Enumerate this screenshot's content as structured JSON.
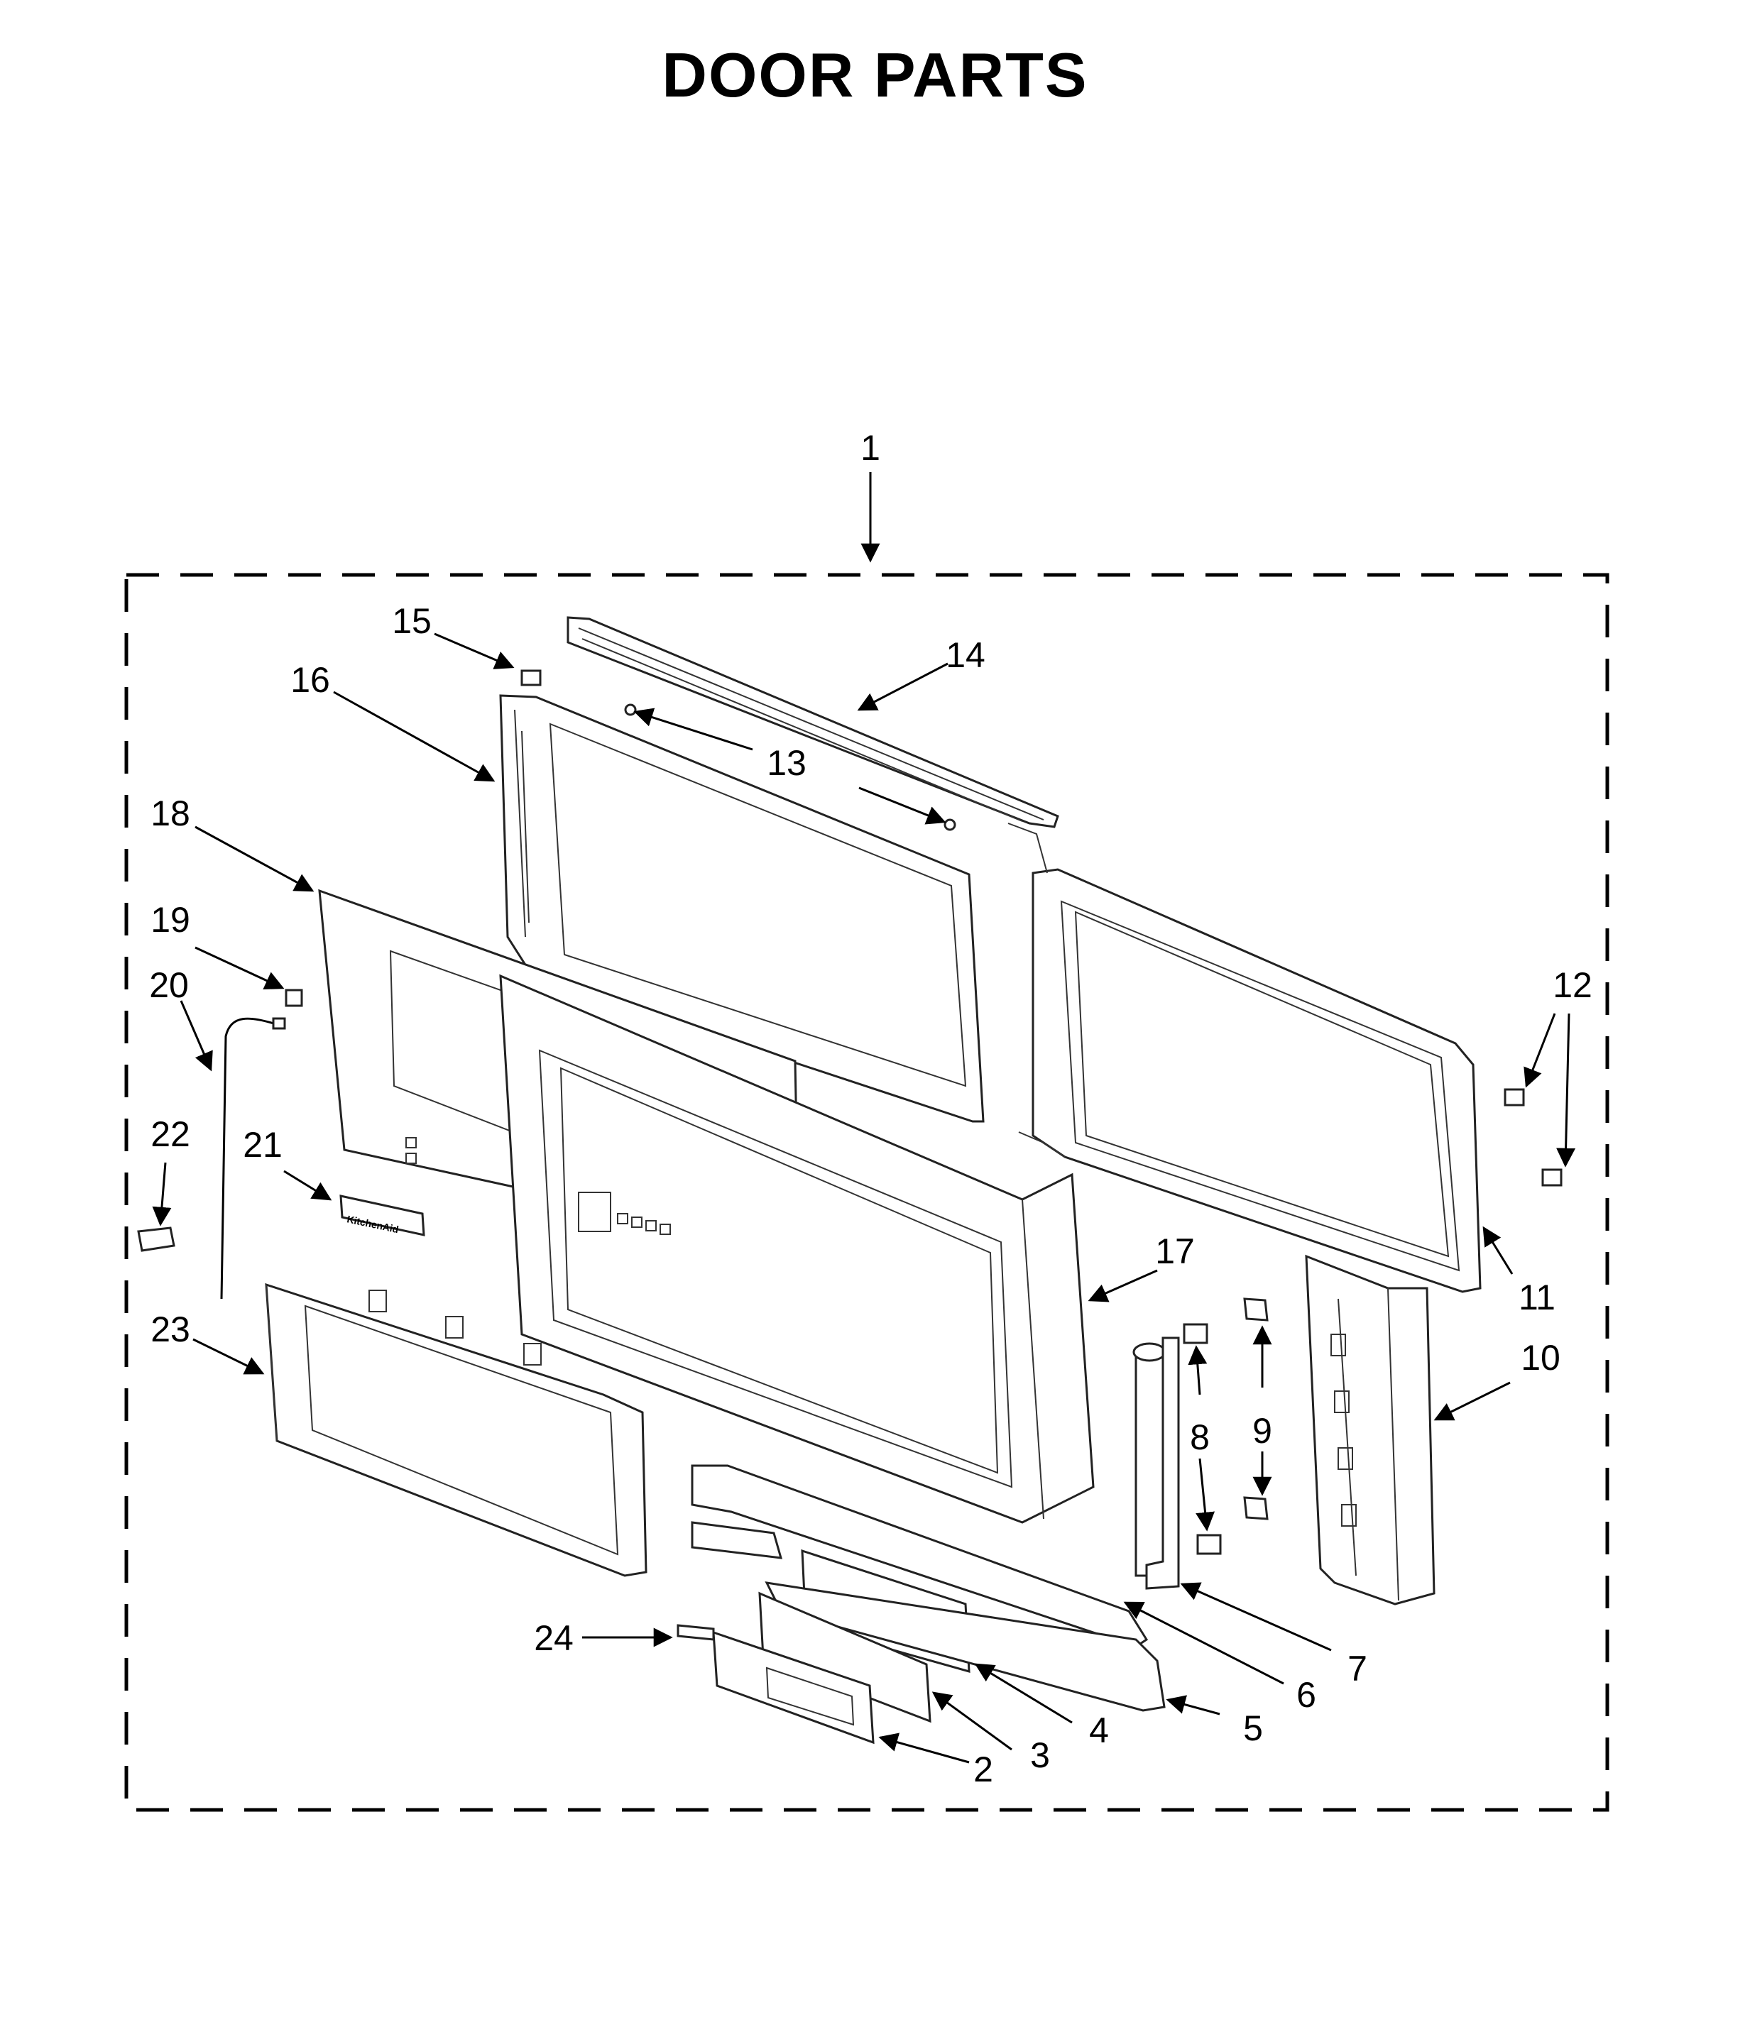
{
  "title": "DOOR PARTS",
  "callouts": [
    "1",
    "2",
    "3",
    "4",
    "5",
    "6",
    "7",
    "8",
    "9",
    "10",
    "11",
    "12",
    "13",
    "14",
    "15",
    "16",
    "17",
    "18",
    "19",
    "20",
    "21",
    "22",
    "23",
    "24"
  ],
  "nameplate_text": "KitchenAid"
}
